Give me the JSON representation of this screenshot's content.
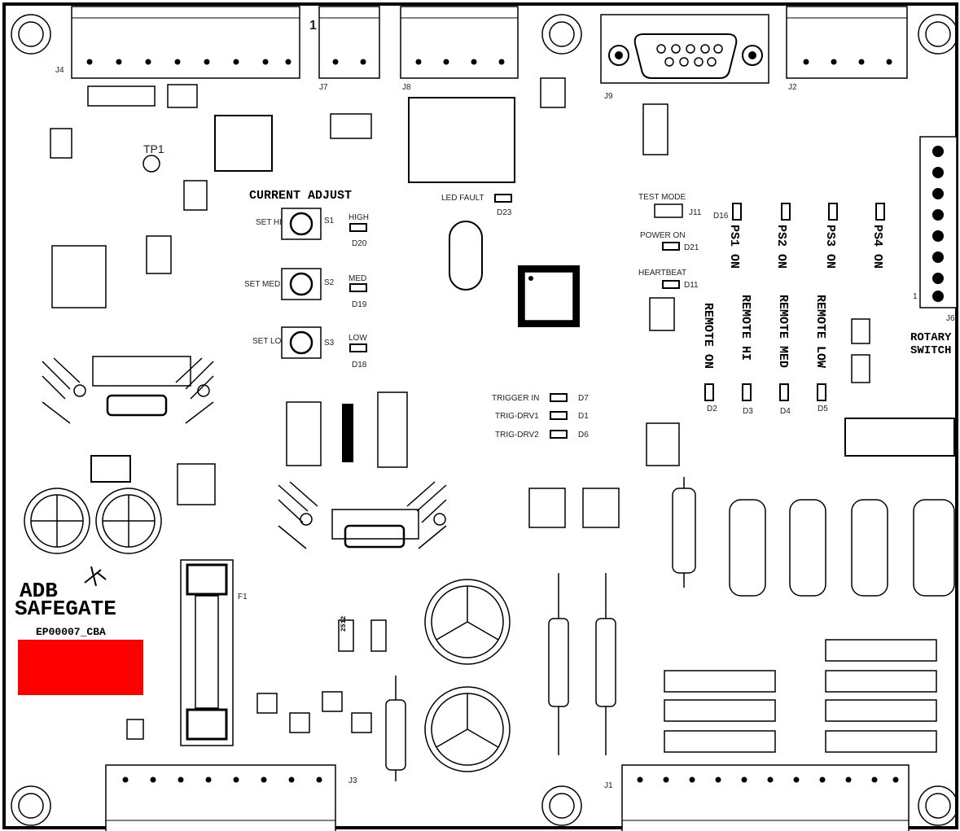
{
  "board": {
    "part_number": "EP00007_CBA",
    "logo_line1": "ADB",
    "logo_line2": "SAFEGATE",
    "section_title": "CURRENT ADJUST",
    "rotary_line1": "ROTARY",
    "rotary_line2": "SWITCH",
    "accent_color": "#ff0000"
  },
  "connectors": {
    "j4": "J4",
    "j7": "J7",
    "j8": "J8",
    "j9": "J9",
    "j2": "J2",
    "j6": "J6",
    "j3": "J3",
    "j1": "J1",
    "f1": "F1",
    "tp1": "TP1",
    "pin1_top": "1",
    "pin1_j6": "1"
  },
  "buttons": [
    {
      "label": "SET HI",
      "ref": "S1"
    },
    {
      "label": "SET MED",
      "ref": "S2"
    },
    {
      "label": "SET LO",
      "ref": "S3"
    }
  ],
  "level_leds": [
    {
      "label": "HIGH",
      "ref": "D20"
    },
    {
      "label": "MED",
      "ref": "D19"
    },
    {
      "label": "LOW",
      "ref": "D18"
    }
  ],
  "status_leds": {
    "led_fault": "LED FAULT",
    "led_fault_ref": "D23",
    "test_mode": "TEST MODE",
    "test_mode_ref": "J11",
    "power_on": "POWER ON",
    "power_on_ref": "D21",
    "heartbeat": "HEARTBEAT",
    "heartbeat_ref": "D11"
  },
  "trigger_leds": [
    {
      "label": "TRIGGER IN",
      "ref": "D7"
    },
    {
      "label": "TRIG-DRV1",
      "ref": "D1"
    },
    {
      "label": "TRIG-DRV2",
      "ref": "D6"
    }
  ],
  "ps_leds": {
    "ref": "D16",
    "labels": [
      "PS1 ON",
      "PS2 ON",
      "PS3 ON",
      "PS4 ON"
    ]
  },
  "remote_leds": {
    "labels": [
      "REMOTE ON",
      "REMOTE HI",
      "REMOTE MED",
      "REMOTE LOW"
    ],
    "refs": [
      "D2",
      "D3",
      "D4",
      "D5"
    ]
  },
  "resistor_code": "2512"
}
